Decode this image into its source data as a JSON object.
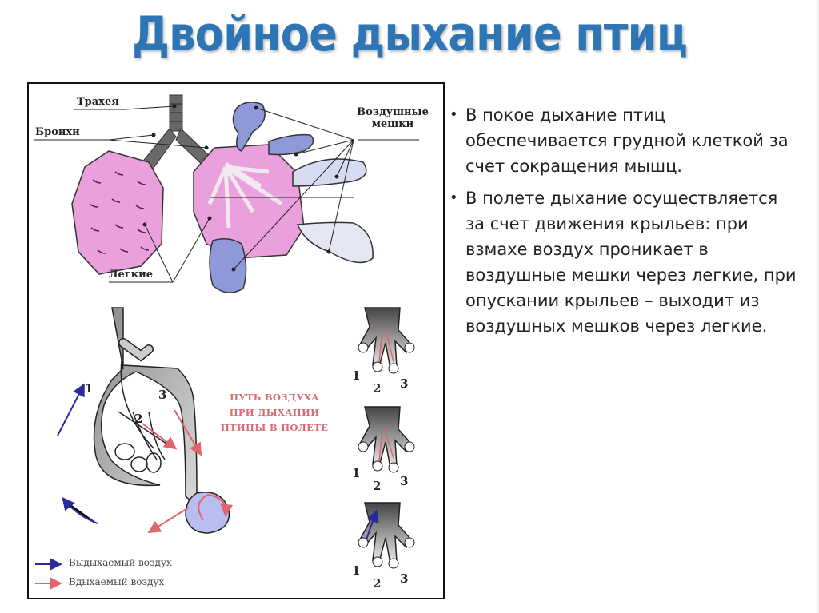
{
  "slide": {
    "title": "Двойное дыхание птиц",
    "bullets": [
      "В покое дыхание птиц обеспечивается грудной клеткой за счет сокращения мышц.",
      "В полете дыхание осуществляется за счет движения крыльев: при взмахе воздух проникает в воздушные мешки через легкие, при опускании крыльев – выходит из воздушных мешков через легкие."
    ]
  },
  "figure": {
    "labels": {
      "trachea": "Трахея",
      "bronchi": "Бронхи",
      "lungs": "Легкие",
      "air_sacs_line1": "Воздушные",
      "air_sacs_line2": "мешки"
    },
    "path_title": [
      "ПУТЬ ВОЗДУХА",
      "ПРИ ДЫХАНИИ",
      "ПТИЦЫ В ПОЛЕТЕ"
    ],
    "path_numbers": [
      "1",
      "2",
      "3"
    ],
    "hand_numbers": [
      "1",
      "2",
      "3"
    ],
    "legend": [
      {
        "label": "Выдыхаемый воздух",
        "color": "#2a2a9a"
      },
      {
        "label": "Вдыхаемый воздух",
        "color": "#e0646e"
      }
    ],
    "colors": {
      "lung_pink": "#eaa0dc",
      "air_sac_blue": "#8f98d8",
      "air_sac_light": "#d6dbf2",
      "bronchi_gray": "#6a6a6a",
      "title_blue": "#2e75b6"
    }
  }
}
